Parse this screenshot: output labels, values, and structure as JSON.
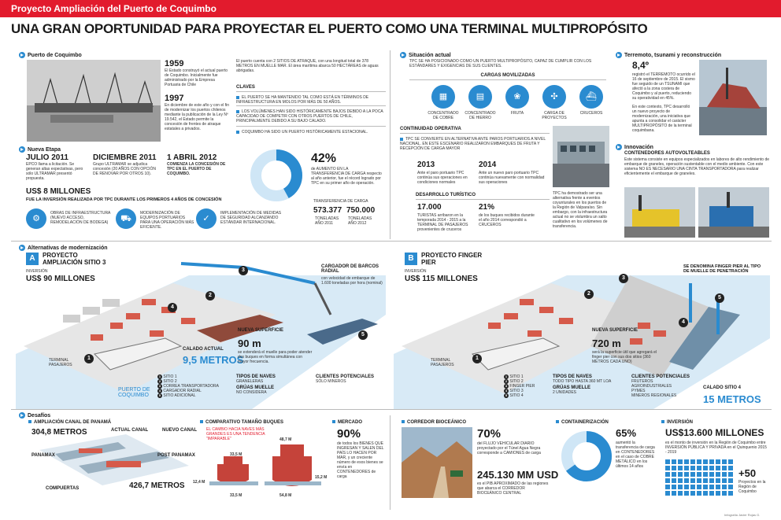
{
  "header": {
    "title": "Proyecto Ampliación del Puerto de Coquimbo",
    "headline": "UNA GRAN OPORTUNIDAD PARA PROYECTAR EL PUERTO COMO UNA TERMINAL MULTIPROPÓSITO"
  },
  "puerto": {
    "section": "Puerto de Coquimbo",
    "y1": "1959",
    "t1": "El Estado construyó el actual puerto de Coquimbo. Inicialmente fue administrado por la Empresa Portuaria de Chile",
    "y2": "1997",
    "t2": "En diciembre de este año y con el fin de modernizar los puertos chilenos mediante la publicación de la Ley Nº 19.542, el Estado permite la concesión de frentes de atraque estatales a privados.",
    "intro": "El puerto cuenta con 2 SITIOS DE ATRAQUE, con una longitud total de 378 METROS EN MUELLE MAR. El área marítima abarca 50 HECTÁREAS de aguas abrigadas.",
    "claves_title": "CLAVES",
    "claves": [
      "EL PUERTO SE HA MANTENIDO TAL COMO ESTÁ EN TÉRMINOS DE INFRAESTRUCTURA EN MOLOS POR MÁS DE 50 AÑOS.",
      "LOS VOLÚMENES HAN SIDO HISTÓRICAMENTE BAJOS DEBIDO A LA POCA CAPACIDAD DE COMPETIR CON OTROS PUERTOS DE CHILE, PRINCIPALMENTE DEBIDO A SU BAJO CALADO.",
      "COQUIMBO HA SIDO UN PUERTO HISTÓRICAMENTE ESTACIONAL."
    ]
  },
  "etapa": {
    "section": "Nueva Etapa",
    "d1": "JULIO 2011",
    "t1": "EPCO llama a licitación. Se generan altas expectativas, pero sólo ULTRAMAR presentó propuesta.",
    "d2": "DICIEMBRE 2011",
    "t2": "Grupo ULTRAMAR se adjudica concesión (20 AÑOS CON OPCIÓN DE RENOVAR POR OTROS 10).",
    "d3": "1 ABRIL 2012",
    "t3": "COMIENZA LA CONCESIÓN DE TPC EN EL PUERTO DE COQUIMBO.",
    "inv": "US$ 8 MILLONES",
    "inv_note": "FUE LA INVERSIÓN REALIZADA POR TPC DURANTE LOS PRIMEROS 4 AÑOS DE CONCESIÓN",
    "i1": "OBRAS DE INFRAESTRUCTURA (NUEVO ACCESO, REMODELACIÓN DE BODEGA)",
    "i2": "MODERNIZACIÓN DE EQUIPOS PORTUARIOS PARA UNA OPERACIÓN MÁS EFICIENTE.",
    "i3": "IMPLEMENTACIÓN DE MEDIDAS DE SEGURIDAD ALCANZANDO ESTÁNDAR INTERNACIONAL.",
    "pct": "42%",
    "pct_text": "de AUMENTO EN LA TRANSFERENCIA DE CARGA respecto al año anterior, fue el récord logrado por TPC en su primer año de operación.",
    "tr_title": "TRANSFERENCIA DE CARGA",
    "tr1": "573.377",
    "tr1_l": "TONELADAS AÑO 2011",
    "tr2": "750.000",
    "tr2_l": "TONELADAS AÑO 2012"
  },
  "situacion": {
    "section": "Situación actual",
    "intro": "TPC SE HA POSICIONADO COMO UN PUERTO MULTIPROPÓSITO, CAPAZ DE CUMPLIR CON LOS ESTÁNDARES Y EXIGENCIAS DE SUS CLIENTES.",
    "cargas_title": "CARGAS MOVILIZADAS",
    "cargas": [
      "CONCENTRADO DE COBRE",
      "CONCENTRADO DE HIERRO",
      "FRUTA",
      "CARGA DE PROYECTOS",
      "CRUCEROS"
    ],
    "cont_title": "CONTINUIDAD OPERATIVA",
    "cont_text": "TPC SE CONVIERTE EN ALTERNATIVA ANTE PAROS PORTUARIOS A NIVEL NACIONAL. EN ESTE ESCENARIO REALIZARON EMBARQUES DE FRUTA Y RECEPCIÓN DE CARGA MAYOR",
    "y2013": "2013",
    "t2013": "Ante el paro portuario TPC continúa sus operaciones en condiciones normales",
    "y2014": "2014",
    "t2014": "Ante un nuevo paro portuario TPC continúa nuevamente con normalidad sus operaciones",
    "turismo_title": "DESARROLLO TURÍSTICO",
    "tur1": "17.000",
    "tur1_t": "TURISTAS arribaron en la temporada 2014 - 2015 a la TERMINAL DE PASAJEROS provenientes de cruceros",
    "tur2": "21%",
    "tur2_t": "de los buques recibidos durante el año 2014 correspondió a CRUCEROS",
    "photo_text": "TPC ha demostrado ser una alternativa frente a eventos coyunturales en los puertos de la Región de Valparaíso. Sin embargo, con la infraestructura actual no se vislumbra un salto cualitativo en los volúmenes de transferencia."
  },
  "terremoto": {
    "section": "Terremoto, tsunami y reconstrucción",
    "mag": "8,4º",
    "text": "registró el TERREMOTO ocurrido el 16 de septiembre de 2015. El sismo fue seguido de un TSUNAMI que afectó a la zona costera de Coquimbo y al puerto, reduciendo su operatividad en 45%.",
    "text2": "En este contexto, TPC desarrolló un nuevo proyecto de modernización, una iniciativa que apunta a consolidar el carácter MULTIPROPÓSITO de la terminal coquimbana."
  },
  "innovacion": {
    "section": "Innovación",
    "title": "CONTENEDORES AUTOVOLTEABLES",
    "text": "Este sistema consiste en equipos especializados en labores de alto rendimiento de embarque de graneles, operación sustentable con el medio ambiente. Con este sistema NO ES NECESARIO UNA CINTA TRANSPORTADORA para realizar eficientemente el embarque de graneles."
  },
  "alternativas": {
    "section": "Alternativas de modernización"
  },
  "proyA": {
    "badge": "A",
    "title": "PROYECTO AMPLIACIÓN SITIO 3",
    "inv_label": "INVERSIÓN",
    "inv": "US$ 90 MILLONES",
    "cargador_title": "CARGADOR DE BARCOS RADIAL",
    "cargador_text": "con velocidad de embarque de 1.600 toneladas por hora (nominal)",
    "calado_label": "CALADO ACTUAL",
    "calado": "9,5 METROS",
    "terminal": "TERMINAL PASAJEROS",
    "puerto_label": "PUERTO DE COQUIMBO",
    "sup_label": "NUEVA SUPERFICIE",
    "sup": "90 m",
    "sup_text": "se extenderá el muelle para poder atender dos buques en forma simultánea con mayor frecuencia.",
    "legend": [
      "SITIO 1",
      "SITIO 2",
      "CORREA TRANSPORTADORA",
      "CARGADOR RADIAL",
      "SITIO ADICIONAL"
    ],
    "naves_title": "TIPOS DE NAVES",
    "naves": [
      "GRANELERAS"
    ],
    "gruas_title": "GRÚAS MUELLE",
    "gruas": "NO CONSIDERA",
    "clientes_title": "CLIENTES POTENCIALES",
    "clientes": [
      "SÓLO MINEROS"
    ]
  },
  "proyB": {
    "badge": "B",
    "title": "PROYECTO FINGER PIER",
    "inv_label": "INVERSIÓN",
    "inv": "US$ 115 MILLONES",
    "note": "SE DENOMINA FINGER PIER AL TIPO DE MUELLE DE PENETRACIÓN",
    "terminal": "TERMINAL PASAJEROS",
    "sup_label": "NUEVA SUPERFICIE",
    "sup": "720 m",
    "sup_text": "será la superficie útil que agregará el finger pier con sus dos sitios (360 METROS CADA UNO)",
    "legend": [
      "SITIO 1",
      "SITIO 2",
      "FINGER PIER",
      "SITIO 3",
      "SITIO 4"
    ],
    "naves_title": "TIPOS DE NAVES",
    "naves": [
      "TODO TIPO HASTA 360 MT LOA"
    ],
    "gruas_title": "GRÚAS MUELLE",
    "gruas": "2 UNIDADES",
    "clientes_title": "CLIENTES POTENCIALES",
    "clientes": [
      "FRUTEROS",
      "AGROINDUSTRIALES",
      "PYMES",
      "MINEROS REGIONALES"
    ],
    "calado_label": "CALADO SITIO 4",
    "calado": "15 METROS"
  },
  "desafios": {
    "section": "Desafíos",
    "panama_title": "AMPLIACIÓN CANAL DE PANAMÁ",
    "panama1": "304,8 METROS",
    "actual": "ACTUAL CANAL",
    "nuevo": "NUEVO CANAL",
    "panamax": "PANAMAX",
    "post": "POST PANAMAX",
    "compuertas": "COMPUERTAS",
    "panama2": "426,7 METROS",
    "comp_title": "COMPARATIVO TAMAÑO BUQUES",
    "comp_text": "EL CAMBIO HACIA NAVES MÁS GRANDES ES UNA TENDENCIA \"IMPARABLE\"",
    "d1": "33,5 M",
    "d2": "12,4 M",
    "d3": "33,5 M",
    "d4": "48,7 M",
    "d5": "15,2 M",
    "d6": "54,8 M",
    "mercado_title": "MERCADO",
    "mercado_pct": "90%",
    "mercado_text": "de todos los BIENES QUE INGRESAN Y SALEN DEL PAÍS LO HACEN POR MAR, y un creciente número de esos bienes se envía en CONTENEDORES de carga",
    "corredor_title": "CORREDOR BIOCEÁNICO",
    "c1": "70%",
    "c1_t": "del FLUJO VEHICULAR DIARIO proyectado por el Túnel Agua Negra corresponde a CAMIONES de carga",
    "c2": "245.130 MM USD",
    "c2_t": "es el PIB APROXIMADO de las regiones que abarca el CORREDOR BIOCEÁNICO CENTRAL",
    "cont_title": "CONTAINERIZACIÓN",
    "cont_pct": "65%",
    "cont_text": "aumentó la transferencia de carga en CONTENEDORES en el caso de COBRE METÁLICO en los últimos 14 años",
    "inv_title": "INVERSIÓN",
    "inv": "US$13.600 MILLONES",
    "inv_text": "es el monto de inversión en la Región de Coquimbo entre INVERSIÓN PÚBLICA Y PRIVADA en el Quinquenio 2015 - 2019",
    "plus": "+50",
    "plus_text": "Proyectos en la Región de Coquimbo",
    "credit": "Infografía Javier Rojas G."
  },
  "colors": {
    "accent": "#e21b2d",
    "blue": "#2a8bd0"
  }
}
